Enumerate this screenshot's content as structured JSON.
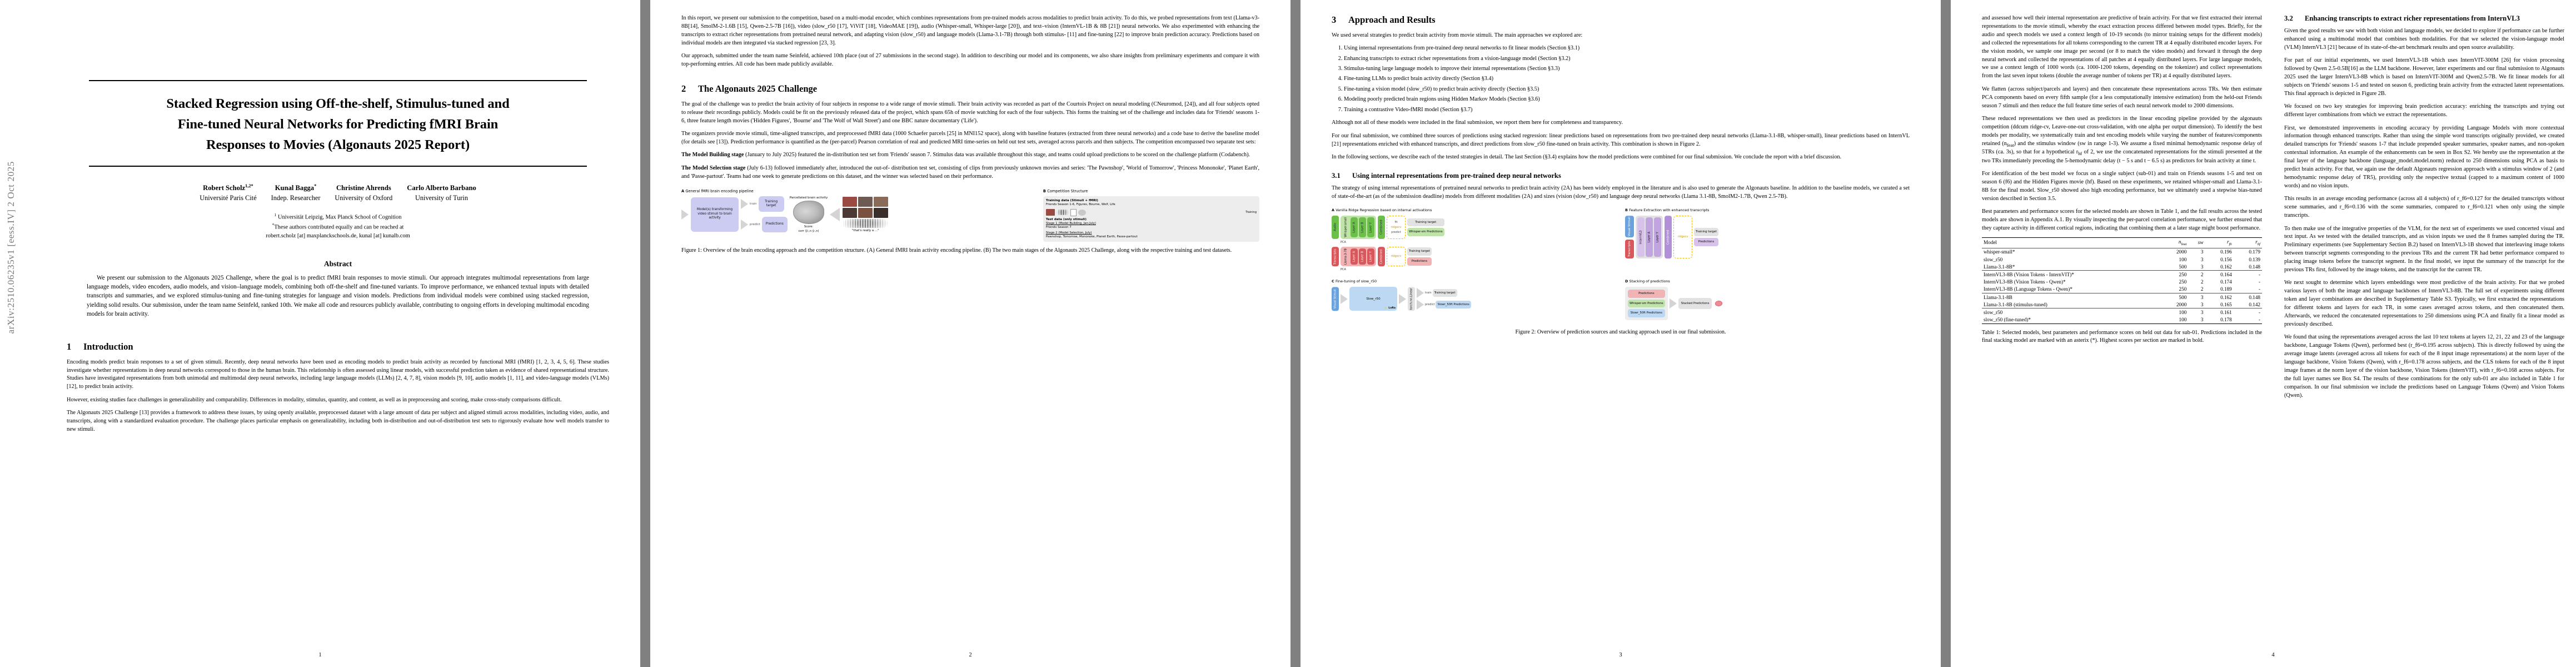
{
  "meta": {
    "arxiv_stamp": "arXiv:2510.06235v1  [eess.IV]  2 Oct 2025",
    "page_numbers": [
      "1",
      "2",
      "3",
      "4"
    ]
  },
  "title": {
    "line1": "Stacked Regression using Off-the-shelf, Stimulus-tuned and",
    "line2": "Fine-tuned Neural Networks for Predicting fMRI Brain",
    "line3": "Responses to Movies (Algonauts 2025 Report)"
  },
  "authors": [
    {
      "name": "Robert Scholz",
      "sup": "1,2*",
      "affiliation": "Université Paris Cité"
    },
    {
      "name": "Kunal Bagga",
      "sup": "*",
      "affiliation": "Indep. Researcher"
    },
    {
      "name": "Christine Ahrends",
      "sup": "",
      "affiliation": "University of Oxford"
    },
    {
      "name": "Carlo Alberto Barbano",
      "sup": "",
      "affiliation": "University of Turin"
    }
  ],
  "affiliation_notes": {
    "line1": "Universität Leipzig, Max Planck School of Cognition",
    "sup1": "1",
    "sup2": "2",
    "line2": "These authors contributed equally and can be reached at",
    "line3": "robert.scholz [at] maxplanckschools.de, kunal [at] kunalb.com"
  },
  "abstract": {
    "heading": "Abstract",
    "text": "We present our submission to the Algonauts 2025 Challenge, where the goal is to predict fMRI brain responses to movie stimuli. Our approach integrates multimodal representations from large language models, video encoders, audio models, and vision–language models, combining both off-the-shelf and fine-tuned variants. To improve performance, we enhanced textual inputs with detailed transcripts and summaries, and we explored stimulus-tuning and fine-tuning strategies for language and vision models. Predictions from individual models were combined using stacked regression, yielding solid results. Our submission, under the team name Seinfeld, ranked 10th. We make all code and resources publicly available, contributing to ongoing efforts in developing multimodal encoding models for brain activity."
  },
  "sections": {
    "introduction": {
      "num": "1",
      "heading": "Introduction",
      "paragraphs": [
        "Encoding models predict brain responses to a set of given stimuli. Recently, deep neural networks have been used as encoding models to predict brain activity as recorded by functional MRI (fMRI) [1, 2, 3, 4, 5, 6]. These studies investigate whether representations in deep neural networks correspond to those in the human brain. This relationship is often assessed using linear models, with successful prediction taken as evidence of shared representational structure. Studies have investigated representations from both unimodal and multimodal deep neural networks, including large language models (LLMs) [2, 4, 7, 8], vision models [9, 10], audio models [1, 11], and video-language models (VLMs) [12], to predict brain activity.",
        "However, existing studies face challenges in generalizability and comparability. Differences in modality, stimulus, quantity, and content, as well as in preprocessing and scoring, make cross-study comparisons difficult.",
        "The Algonauts 2025 Challenge [13] provides a framework to address these issues, by using openly available, preprocessed dataset with a large amount of data per subject and aligned stimuli across modalities, including video, audio, and transcripts, along with a standardized evaluation procedure. The challenge places particular emphasis on generalizability, including both in-distribution and out-of-distribution test sets to rigorously evaluate how well models transfer to new stimuli."
      ]
    },
    "challenge": {
      "num": "2",
      "heading": "The Algonauts 2025 Challenge",
      "paragraphs": [
        "The goal of the challenge was to predict the brain activity of four subjects in response to a wide range of movie stimuli. Their brain activity was recorded as part of the Courtois Project on neural modeling (CNeuromod, [24]), and all four subjects opted to release their recordings publicly. Models could be fit on the previously released data of the project, which spans 65h of movie watching for each of the four subjects. This forms the training set of the challenge and includes data for 'Friends' seasons 1-6, three feature length movies ('Hidden Figures', 'Bourne' and 'The Wolf of Wall Street') and one BBC nature documentary ('Life').",
        "The organizers provide movie stimuli, time-aligned transcripts, and preprocessed fMRI data (1000 Schaefer parcels [25] in MNI152 space), along with baseline features (extracted from three neural networks) and a code base to derive the baseline model (for details see [13]). Prediction performance is quantified as the (per-parcel) Pearson correlation of real and predicted MRI time-series on held out test sets, averaged across parcels and then subjects. The competition encompassed two separate test sets:"
      ],
      "stage_model": {
        "label": "The Model Building stage",
        "text": "(January to July 2025) featured the in-distribution test set from 'Friends' season 7. Stimulus data was available throughout this stage, and teams could upload predictions to be scored on the challenge platform (Codabench)."
      },
      "stage_selection": {
        "label": "The Model Selection stage",
        "text": "(July 6-13) followed immediately after, introduced the out-of- distribution test set, consisting of clips from previously unknown movies and series: 'The Pawnshop', 'World of Tomorrow', 'Princess Mononoke', 'Planet Earth', and 'Passe-partout'. Teams had one week to generate predictions on this dataset, and the winner was selected based on their performance."
      }
    },
    "approach": {
      "num": "3",
      "heading": "Approach and Results",
      "intro": "We used several strategies to predict brain activity from movie stimuli. The main approaches we explored are:",
      "items": [
        "Using internal representations from pre-trained deep neural networks to fit linear models (Section §3.1)",
        "Enhancing transcripts to extract richer representations from a vision-language model (Section §3.2)",
        "Stimulus-tuning large language models to improve their internal representations (Section §3.3)",
        "Fine-tuning LLMs to predict brain activity directly (Section §3.4)",
        "Fine-tuning a vision model (slow_r50) to predict brain activity directly (Section §3.5)",
        "Modeling poorly predicted brain regions using Hidden Markov Models (Section §3.6)",
        "Training a contrastive Video-fMRI model (Section §3.7)"
      ],
      "closing1": "Although not all of these models were included in the final submission, we report them here for completeness and transparency.",
      "closing2": "For our final submission, we combined three sources of predictions using stacked regression: linear predictions based on representations from two pre-trained deep neural networks (Llama-3.1-8B, whisper-small), linear predictions based on InternVL [21] representations enriched with enhanced transcripts, and direct predictions from slow_r50 fine-tuned on brain activity. This combination is shown in Figure 2.",
      "closing3": "In the following sections, we describe each of the tested strategies in detail. The last Section (§3.4) explains how the model predictions were combined for our final submission. We conclude the report with a brief discussion."
    },
    "subsec31": {
      "num": "3.1",
      "heading": "Using internal representations from pre-trained deep neural networks",
      "paragraphs": [
        "The strategy of using internal representations of pretrained neural networks to predict brain activity (2A) has been widely employed in the literature and is also used to generate the Algonauts baseline. In addition to the baseline models, we curated a set of state-of-the-art (as of the submission deadline) models from different modalities (2A) and sizes (vision (slow_r50) and language deep neural networks (Llama 3.1-8B, SmolM2-1.7B, Qwen 2.5-7B).",
        "Best parameters and performance scores for the selected models are shown in Table 1, and the full results across the tested models are shown in Appendix A.1. By visually inspecting the per-parcel correlation performance, we further ensured that they capture activity in different cortical regions, indicating that combining them at a later stage might boost performance."
      ]
    },
    "subsec32": {
      "num": "3.2",
      "heading": "Enhancing transcripts to extract richer representations from InternVL3",
      "paragraphs": [
        "Given the good results we saw with both vision and language models, we decided to explore if performance can be further enhanced using a multimodal model that combines both modalities. For that we selected the vision-language model (VLM) InternVL3 [21] because of its state-of-the-art benchmark results and open source availability.",
        "For part of our initial experiments, we used InternVL3-1B which uses InternVIT-300M [26] for vision processing followed by Qwen 2.5-0.5B[16] as the LLM backbone. However, later experiments and our final submission to Algonauts 2025 used the larger InternVL3-8B which is based on InternVIT-300M and Qwen2.5-7B. We fit linear models for all subjects on 'Friends' seasons 1-5 and tested on season 6, predicting brain activity from the extracted latent representations. This final approach is depicted in Figure 2B.",
        "We focused on two key strategies for improving brain prediction accuracy: enriching the transcripts and trying out different layer combinations from which we extract the representations.",
        "First, we demonstrated improvements in encoding accuracy by providing Language Models with more contextual information through enhanced transcripts. Rather than using the simple word transcripts originally provided, we created detailed transcripts for 'Friends' seasons 1-7 that include prepended speaker summaries, speaker names, and non-spoken contextual information. An example of the enhancements can be seen in Box S2. We hereby use the representation at the final layer of the language backbone (language_model.model.norm) reduced to 250 dimensions using PCA as basis to predict brain activity. For that, we again use the default Algonauts regression approach with a stimulus window of 2 (and hemodynamic response delay of TR5), providing only the respective textual (capped to a maximum content of 1000 words) and no vision inputs.",
        "This results in an average encoding performance (across all 4 subjects) of r_f6=0.127 for the detailed transcripts without scene summaries, and r_f6=0.136 with the scene summaries, compared to r_f6=0.121 when only using the simple transcripts.",
        "To then make use of the integrative properties of the VLM, for the next set of experiments we used concerted visual and text input. As we tested with the detailed transcripts, and as vision inputs we used the 8 frames sampled during the TR. Preliminary experiments (see Supplementary Section B.2) based on InternVL3-1B showed that interleaving image tokens between transcript segments corresponding to the previous TRs and the current TR had better performance compared to placing image tokens before the transcript segment. In the final model, we input the summary of the transcript for the previous TRs first, followed by the image tokens, and the transcript for the current TR.",
        "We next sought to determine which layers embeddings were most predictive of the brain activity. For that we probed various layers of both the image and language backbones of InternVL3-8B. The full set of experiments using different token and layer combinations are described in Supplementary Table S3. Typically, we first extracted the representations for different tokens and layers for each TR, in some cases averaged across tokens, and then concatenated them. Afterwards, we reduced the concatenated representations to 250 dimensions using PCA and finally fit a linear model as previously described.",
        "We found that using the representations averaged across the last 10 text tokens at layers 12, 21, 22 and 23 of the language backbone, Language Tokens (Qwen), performed best (r_f6=0.195 across subjects). This is directly followed by using the average image latents (averaged across all tokens for each of the 8 input image representations) at the norm layer of the language backbone, Vision Tokens (Qwen), with r_f6=0.178 across subjects, and the CLS tokens for each of the 8 input image frames at the norm layer of the vision backbone, Vision Tokens (InternVIT), with r_f6=0.168 across subjects. For the full layer names see Box S4. The results of these combinations for the only sub-01 are also included in Table 1 for comparison. In our final submission we include the predictions based on Language Tokens (Qwen) and Vision Tokens (Qwen)."
      ]
    }
  },
  "figure1": {
    "caption": "Figure 1: Overview of the brain encoding approach and the competition structure. (A) General fMRI brain activity encoding pipeline. (B) The two main stages of the Algonauts 2025 Challenge, along with the respective training and test datasets.",
    "panelA_label": "A",
    "panelA_title": "General fMRI brain encoding pipeline",
    "panelB_label": "B",
    "panelB_title": "Competition Structure",
    "nodes": {
      "model_box": "Model(s) transforming video stimuli to brain activity",
      "train_arrow": "train",
      "predict_arrow": "predict",
      "training_target": "Training target",
      "predictions": "Predictions",
      "brain_label": "Parcellated brain activity",
      "score_label": "Score:",
      "score_formula": "corr (ŷ:,n ŷ:,n)",
      "quote": "\"that's really a ...\"",
      "training_data_title": "Training data (Stimuli + fMRI)",
      "training_data_sub": "Friends Season 1-6, Figures, Bourne, Wolf, Life",
      "training_tag": "Training",
      "test_data_title": "Test data (only stimuli)",
      "stage1_label": "Stage 1 (Model Building, Jan-July)",
      "stage1_data": "Friends Season 7",
      "stage2_label": "Stage 2 (Model Selection, July)",
      "stage2_data": "Pawnshop, Tomorrow, Mononoke, Planet Earth, Passe-partout"
    }
  },
  "figure2": {
    "caption": "Figure 2: Overview of prediction sources and stacking approach used in our final submission.",
    "panels": [
      {
        "lbl": "A",
        "title": "Vanilla Ridge Regression based on internal activations"
      },
      {
        "lbl": "B",
        "title": "Feature Extraction with enhanced transcripts"
      },
      {
        "lbl": "C",
        "title": "Fine-tuning of slow_r50"
      },
      {
        "lbl": "D",
        "title": "Stacking of predictions"
      }
    ],
    "labels": {
      "audio": "Audio",
      "transcripts": "Transcripts",
      "visual_stimuli": "Visual Stimuli",
      "whisper": "Whisper-small",
      "llama": "Llama-3-7B",
      "internvl": "InternVL3",
      "slow": "Slow_r50",
      "layerA": "Layer A",
      "layerB": "Layer B",
      "layerY": "Layer Y",
      "combined": "Combined",
      "pca": "PCA",
      "fit": "fit",
      "predict": "predict",
      "train": "train",
      "ridgecv": "ridgecv",
      "training_target": "Training target",
      "whisper_preds": "Whisper-sm Predictions",
      "llama_preds": "Predictions",
      "slow_preds": "Slowr_50ft Predictions",
      "linear": "torch.nn.Linear",
      "lora": "LoRa",
      "stacked": "Stacked Predictions",
      "a": "A",
      "b": "B",
      "y": "Y"
    }
  },
  "table1": {
    "caption": "Table 1: Selected models, best parameters and performance scores on held out data for sub-01. Predictions included in the final stacking model are marked with an asterix (*). Highest scores per section are marked in bold.",
    "columns": [
      "Model",
      "nfeat",
      "sw",
      "rf6",
      "rhf"
    ],
    "groups": [
      {
        "rows": [
          {
            "model": "whisper-small*",
            "nfeat": "2000",
            "sw": "3",
            "rf6": "0.196",
            "rhf": "0.179",
            "bold": [
              "rf6",
              "rhf"
            ]
          },
          {
            "model": "slow_r50",
            "nfeat": "100",
            "sw": "3",
            "rf6": "0.156",
            "rhf": "0.139",
            "bold": []
          },
          {
            "model": "Llama-3.1-8B*",
            "nfeat": "500",
            "sw": "3",
            "rf6": "0.162",
            "rhf": "0.148",
            "bold": []
          }
        ]
      },
      {
        "rows": [
          {
            "model": "InternVL3-8B (Vision Tokens - InternVIT)*",
            "nfeat": "250",
            "sw": "2",
            "rf6": "0.164",
            "rhf": "-",
            "bold": []
          },
          {
            "model": "InternVL3-8B (Vision Tokens - Qwen)*",
            "nfeat": "250",
            "sw": "2",
            "rf6": "0.174",
            "rhf": "-",
            "bold": []
          },
          {
            "model": "InternVL3-8B (Language Tokens - Qwen)*",
            "nfeat": "250",
            "sw": "2",
            "rf6": "0.189",
            "rhf": "-",
            "bold": [
              "rf6"
            ]
          }
        ]
      },
      {
        "rows": [
          {
            "model": "Llama-3.1-8B",
            "nfeat": "500",
            "sw": "3",
            "rf6": "0.162",
            "rhf": "0.148",
            "bold": [
              "rhf"
            ]
          },
          {
            "model": "Llama-3.1-8B (stimulus-tuned)",
            "nfeat": "2000",
            "sw": "3",
            "rf6": "0.165",
            "rhf": "0.142",
            "bold": [
              "rf6"
            ]
          }
        ]
      },
      {
        "rows": [
          {
            "model": "slow_r50",
            "nfeat": "100",
            "sw": "3",
            "rf6": "0.161",
            "rhf": "-",
            "bold": []
          },
          {
            "model": "slow_r50 (fine-tuned)*",
            "nfeat": "100",
            "sw": "3",
            "rf6": "0.178",
            "rhf": "-",
            "bold": [
              "rf6"
            ]
          }
        ]
      }
    ]
  },
  "colors": {
    "page_background": "#ffffff",
    "viewer_background": "#808080",
    "violet": "#ccccf2",
    "green_dark": "#6cbf48",
    "green_light": "#bfe3a8",
    "red_dark": "#d9565a",
    "red_light": "#f2b3b5",
    "blue_dark": "#6aa2dd",
    "blue_light": "#bcd8f2",
    "yellow_dash": "#f2b705",
    "grey_arrow": "#d4d4d4"
  }
}
